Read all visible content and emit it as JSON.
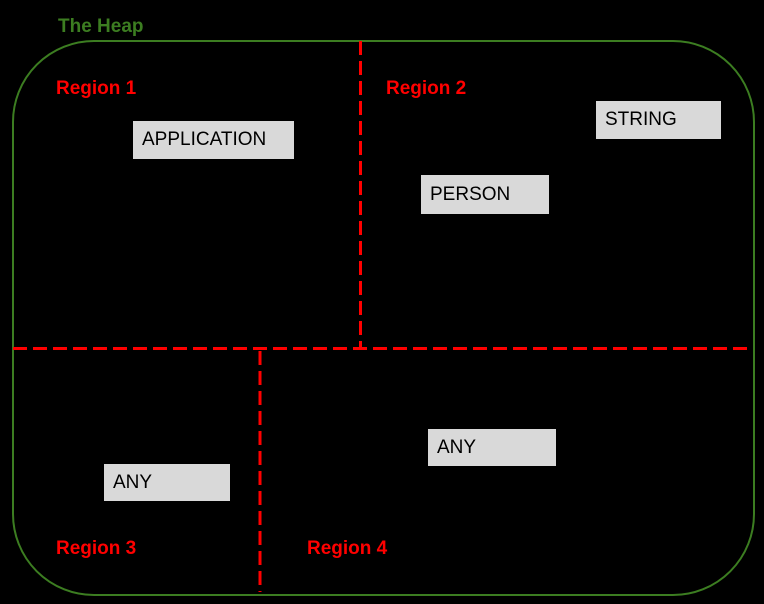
{
  "diagram": {
    "title": "The Heap",
    "colors": {
      "background": "#000000",
      "heap_border": "#3c7d21",
      "title_text": "#3c7d21",
      "divider": "#ff0000",
      "region_label": "#ff0000",
      "box_fill": "#d9d9d9",
      "box_border": "#000000",
      "box_text": "#000000"
    },
    "regions": [
      {
        "label": "Region 1"
      },
      {
        "label": "Region 2"
      },
      {
        "label": "Region 3"
      },
      {
        "label": "Region 4"
      }
    ],
    "boxes": [
      {
        "label": "APPLICATION",
        "region": "Region 1"
      },
      {
        "label": "STRING",
        "region": "Region 2"
      },
      {
        "label": "PERSON",
        "region": "Region 2"
      },
      {
        "label": "ANY",
        "region": "Region 3"
      },
      {
        "label": "ANY",
        "region": "Region 4"
      }
    ]
  }
}
